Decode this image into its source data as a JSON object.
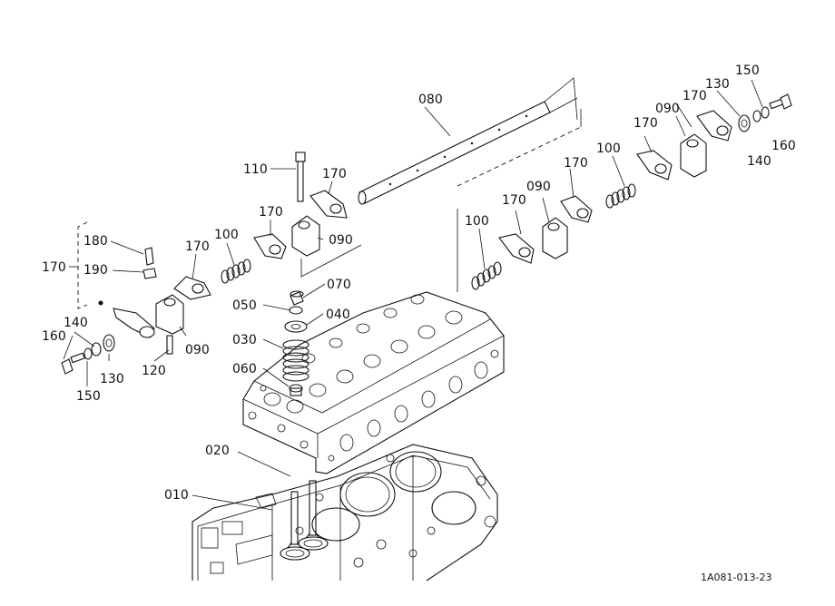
{
  "figure_id": "1A081-013-23",
  "callouts": [
    {
      "id": "c-080",
      "text": "080"
    },
    {
      "id": "c-150-r",
      "text": "150"
    },
    {
      "id": "c-130-r",
      "text": "130"
    },
    {
      "id": "c-170-r1",
      "text": "170"
    },
    {
      "id": "c-090-r1",
      "text": "090"
    },
    {
      "id": "c-170-r2",
      "text": "170"
    },
    {
      "id": "c-160-r",
      "text": "160"
    },
    {
      "id": "c-140-r",
      "text": "140"
    },
    {
      "id": "c-100-r1",
      "text": "100"
    },
    {
      "id": "c-170-r3",
      "text": "170"
    },
    {
      "id": "c-090-r2",
      "text": "090"
    },
    {
      "id": "c-170-r4",
      "text": "170"
    },
    {
      "id": "c-100-r2",
      "text": "100"
    },
    {
      "id": "c-110",
      "text": "110"
    },
    {
      "id": "c-170-m1",
      "text": "170"
    },
    {
      "id": "c-170-m2",
      "text": "170"
    },
    {
      "id": "c-090-m",
      "text": "090"
    },
    {
      "id": "c-100-l",
      "text": "100"
    },
    {
      "id": "c-170-l1",
      "text": "170"
    },
    {
      "id": "c-180",
      "text": "180"
    },
    {
      "id": "c-170-l2",
      "text": "170"
    },
    {
      "id": "c-190",
      "text": "190"
    },
    {
      "id": "c-070",
      "text": "070"
    },
    {
      "id": "c-050",
      "text": "050"
    },
    {
      "id": "c-040",
      "text": "040"
    },
    {
      "id": "c-030",
      "text": "030"
    },
    {
      "id": "c-060",
      "text": "060"
    },
    {
      "id": "c-140-l",
      "text": "140"
    },
    {
      "id": "c-160-l",
      "text": "160"
    },
    {
      "id": "c-090-l",
      "text": "090"
    },
    {
      "id": "c-130-l",
      "text": "130"
    },
    {
      "id": "c-120",
      "text": "120"
    },
    {
      "id": "c-150-l",
      "text": "150"
    },
    {
      "id": "c-020",
      "text": "020"
    },
    {
      "id": "c-010",
      "text": "010"
    }
  ]
}
